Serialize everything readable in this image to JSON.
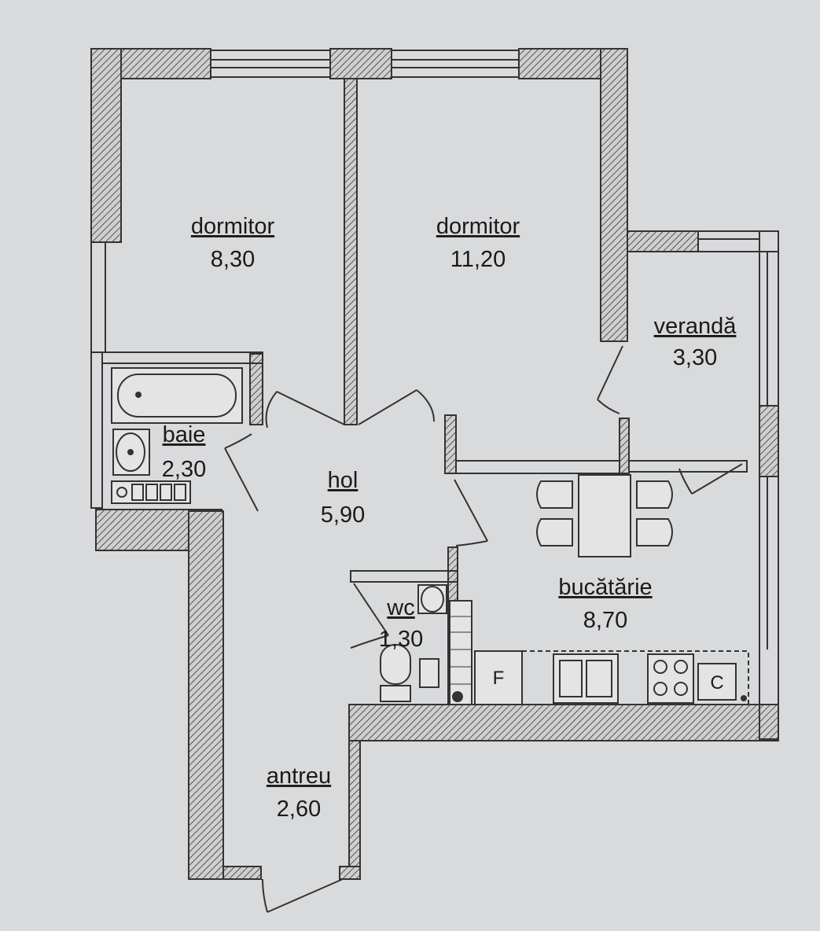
{
  "rooms": {
    "dormitor_left": {
      "label": "dormitor",
      "area": "8,30"
    },
    "dormitor_right": {
      "label": "dormitor",
      "area": "11,20"
    },
    "veranda": {
      "label": "verandă",
      "area": "3,30"
    },
    "baie": {
      "label": "baie",
      "area": "2,30"
    },
    "hol": {
      "label": "hol",
      "area": "5,90"
    },
    "wc": {
      "label": "wc",
      "area": "1,30"
    },
    "bucatarie": {
      "label": "bucătărie",
      "area": "8,70"
    },
    "antreu": {
      "label": "antreu",
      "area": "2,60"
    }
  },
  "appliances": {
    "fridge_label": "F",
    "cabinet_label": "C"
  },
  "colors": {
    "background": "#d9dadc",
    "wall_stroke": "#333333",
    "hatch": "#555555"
  }
}
